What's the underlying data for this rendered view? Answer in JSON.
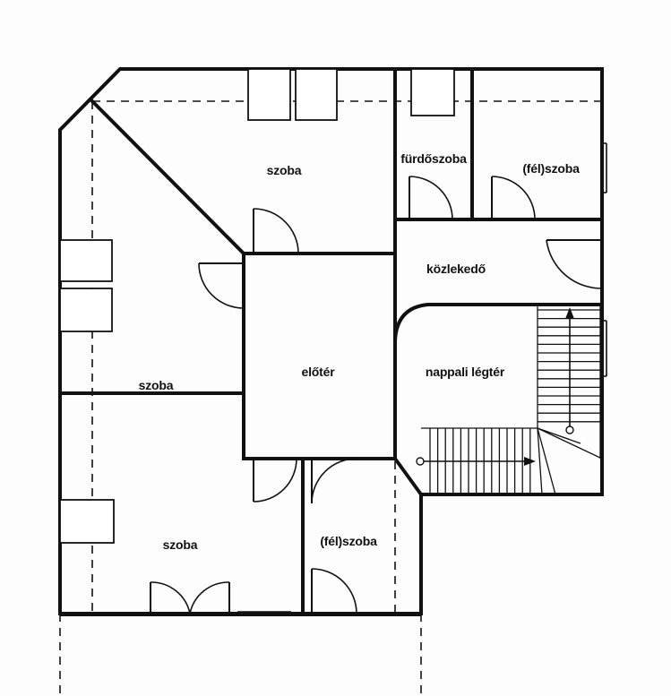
{
  "rooms": {
    "szoba_top": "szoba",
    "furdoszoba": "fürdőszoba",
    "felszoba_top": "(fél)szoba",
    "kozlekedo": "közlekedő",
    "eloter": "előtér",
    "nappali_legter": "nappali légtér",
    "szoba_left": "szoba",
    "szoba_bottom": "szoba",
    "felszoba_bottom": "(fél)szoba"
  }
}
